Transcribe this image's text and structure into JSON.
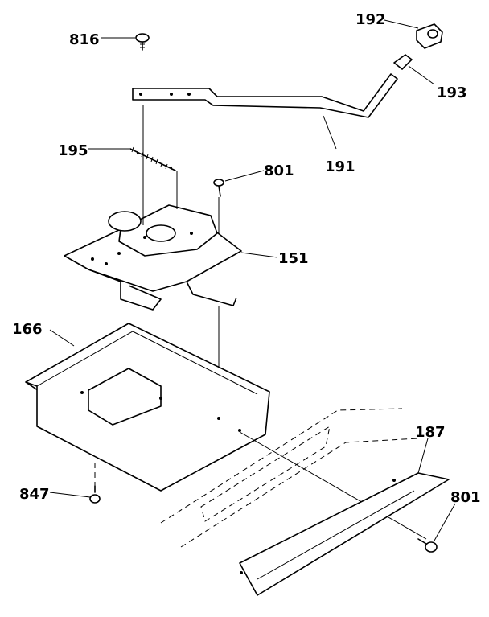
{
  "diagram": {
    "labels": {
      "p816": "816",
      "p192": "192",
      "p193": "193",
      "p191": "191",
      "p195": "195",
      "p801a": "801",
      "p151": "151",
      "p166": "166",
      "p187": "187",
      "p801b": "801",
      "p847": "847"
    },
    "colors": {
      "ink": "#000000",
      "paper": "#ffffff"
    }
  }
}
